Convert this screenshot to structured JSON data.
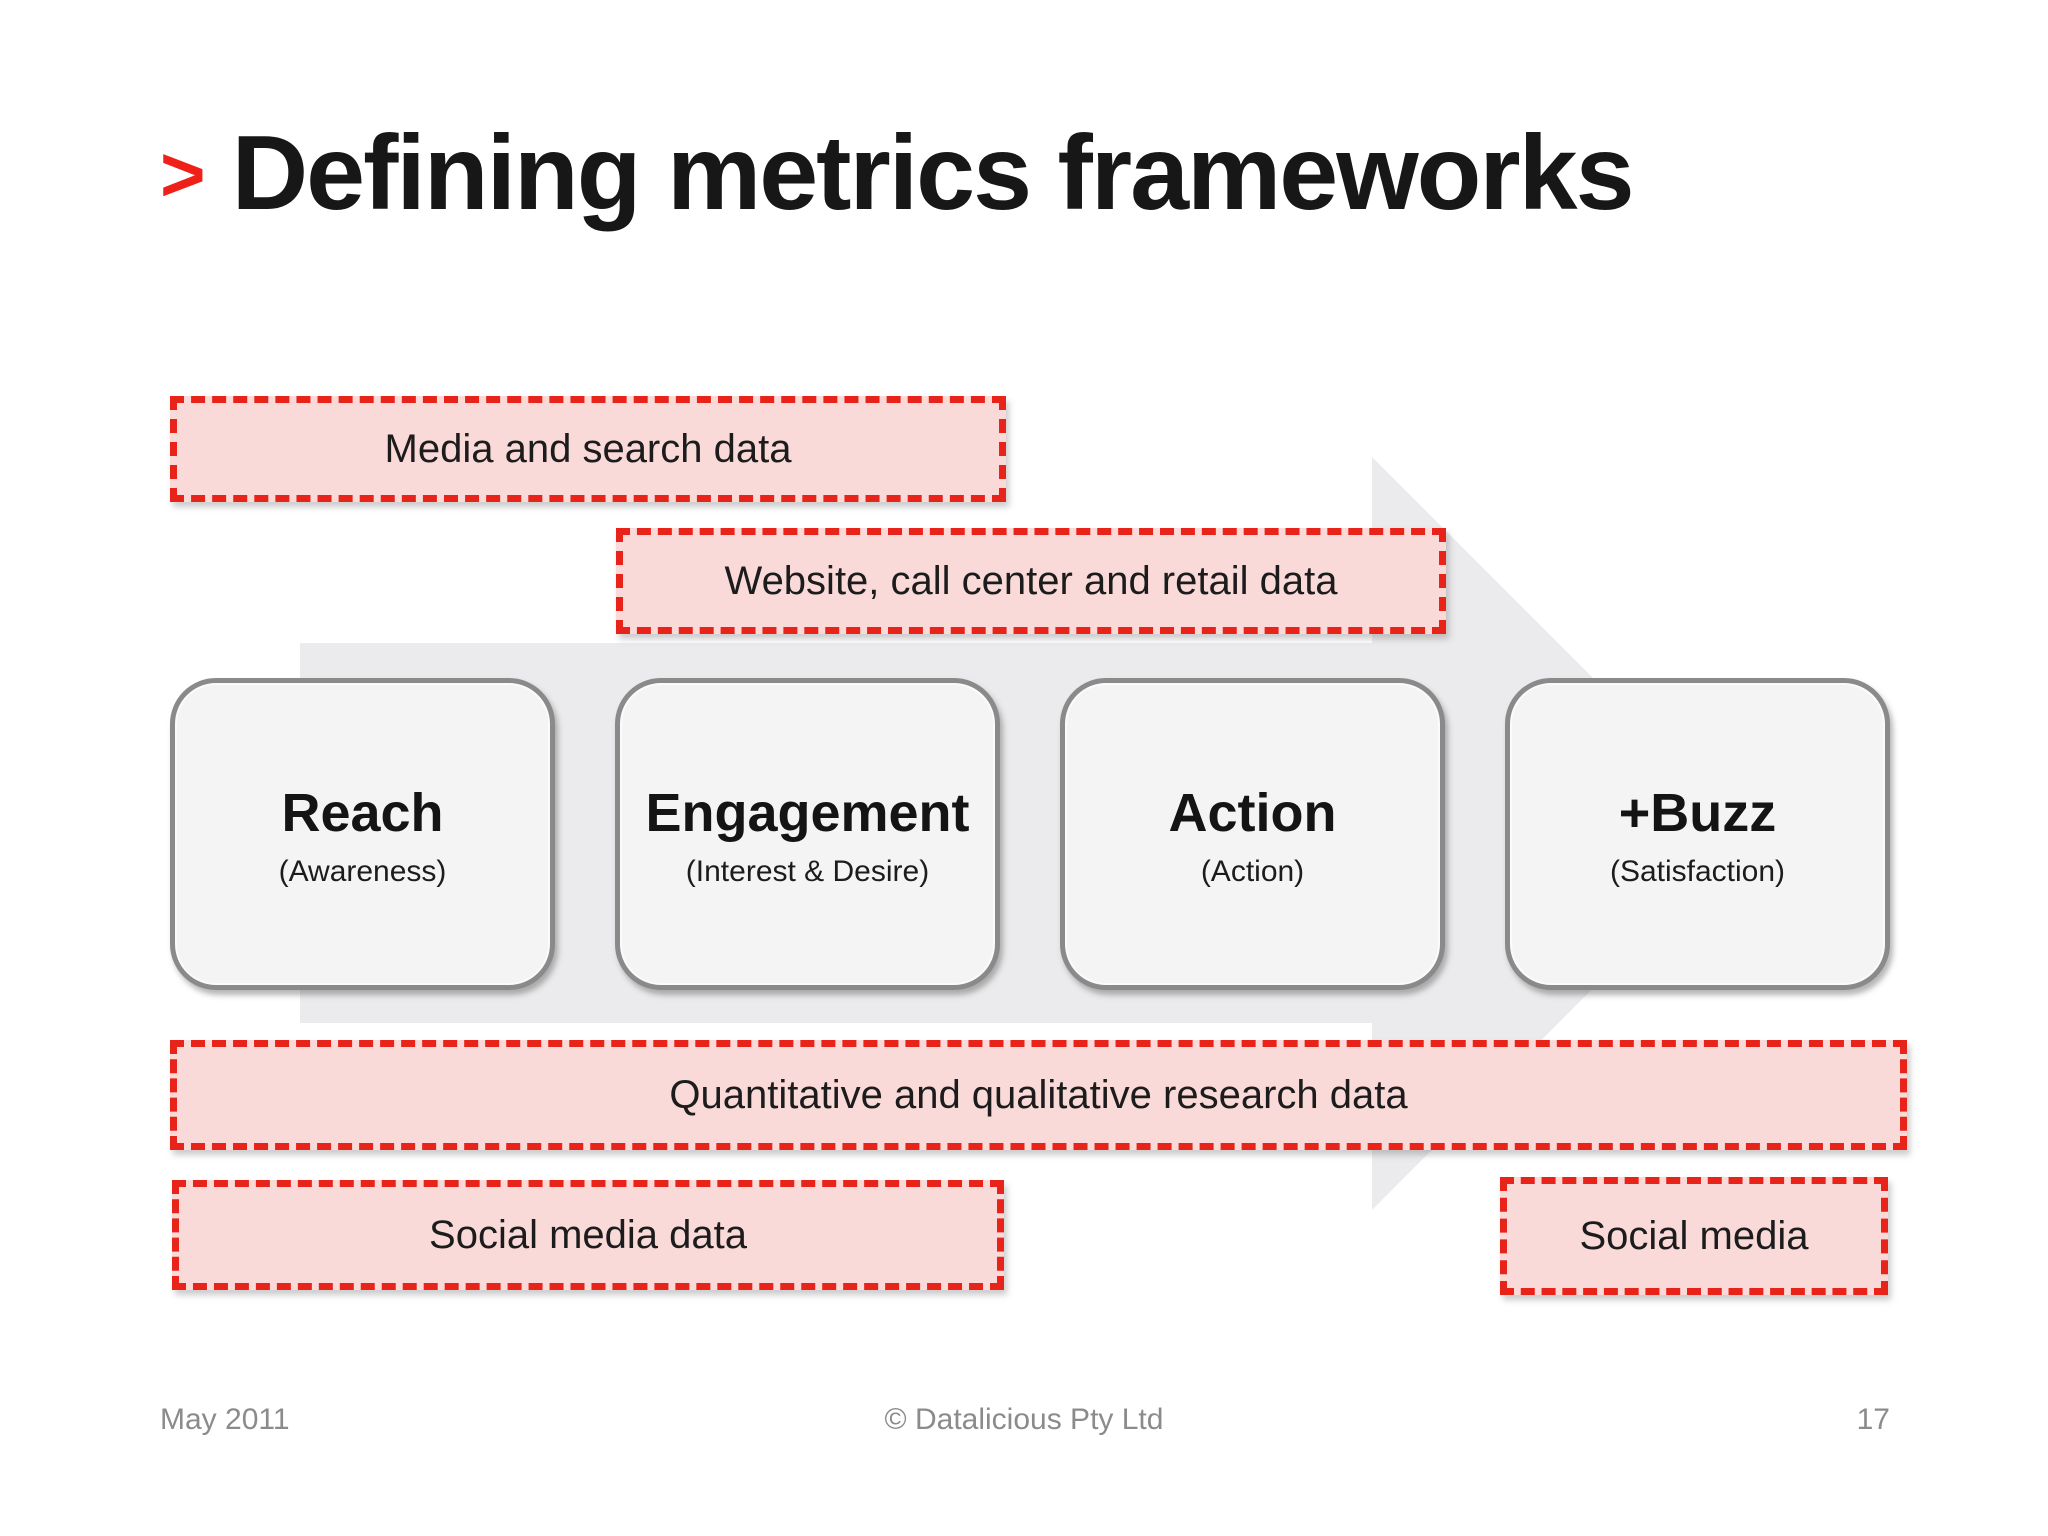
{
  "title": {
    "chevron": ">",
    "text": "Defining metrics frameworks"
  },
  "overlays": [
    {
      "id": "media",
      "label": "Media and search data"
    },
    {
      "id": "website",
      "label": "Website, call center and retail data"
    },
    {
      "id": "research",
      "label": "Quantitative and qualitative research data"
    },
    {
      "id": "social_data",
      "label": "Social media data"
    },
    {
      "id": "social",
      "label": "Social media"
    }
  ],
  "stages": [
    {
      "name": "Reach",
      "sub": "(Awareness)"
    },
    {
      "name": "Engagement",
      "sub": "(Interest & Desire)"
    },
    {
      "name": "Action",
      "sub": "(Action)"
    },
    {
      "name": "+Buzz",
      "sub": "(Satisfaction)"
    }
  ],
  "footer": {
    "date": "May 2011",
    "copyright": "© Datalicious Pty Ltd",
    "page": "17"
  },
  "colors": {
    "accent_red": "#e8231a",
    "chevron_red": "#ee2018",
    "pink_fill": "#f9dad8",
    "arrow_gray": "#ebeaec",
    "stage_fill": "#f5f4f5",
    "stage_border": "#8a8a8a",
    "footer_gray": "#8b8b8b"
  }
}
